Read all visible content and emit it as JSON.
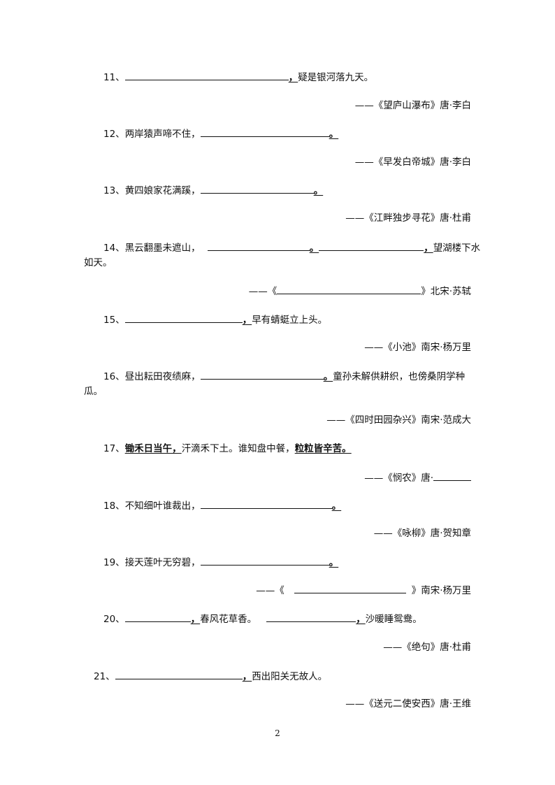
{
  "q11": {
    "num": "11、",
    "p1": "，",
    "tail": "疑是银河落九天。",
    "src": "——《望庐山瀑布》唐·李白"
  },
  "q12": {
    "num": "12、",
    "head": "两岸猿声啼不住，",
    "p1": "。",
    "src": "——《早发白帝城》唐·李白"
  },
  "q13": {
    "num": "13、",
    "head": "黄四娘家花满蹊，",
    "p1": "。",
    "src": "——《江畔独步寻花》唐·杜甫"
  },
  "q14": {
    "num": "14、",
    "head": "黑云翻墨未遮山，",
    "p1": "。",
    "p2": "，",
    "tail": "望湖楼下水",
    "wrap": "如天。",
    "src_a": "——《",
    "src_b": "》北宋·苏轼"
  },
  "q15": {
    "num": "15、",
    "p1": "，",
    "tail": "早有蜻蜓立上头。",
    "src": "——《小池》南宋·杨万里"
  },
  "q16": {
    "num": "16、",
    "head": "昼出耘田夜绩麻，",
    "p1": "。",
    "tail": "童孙未解供耕织，也傍桑阴学种",
    "wrap": "瓜。",
    "src": "——《四时田园杂兴》南宋·范成大"
  },
  "q17": {
    "num": "17、",
    "u1": "锄禾日当午，",
    "mid": "汗滴禾下土。谁知盘中餐，",
    "u2": "粒粒皆辛苦。",
    "src_a": "——《悯农》唐·"
  },
  "q18": {
    "num": "18、",
    "head": "不知细叶谁裁出，",
    "p1": "。",
    "src": "——《咏柳》唐·贺知章"
  },
  "q19": {
    "num": "19、",
    "head": "接天莲叶无穷碧，",
    "p1": "。",
    "src_a": "——《",
    "src_b": "》南宋·杨万里"
  },
  "q20": {
    "num": "20、",
    "p1": "，",
    "mid": "春风花草香。",
    "p2": "，",
    "tail": "沙暖睡鸳鸯。",
    "src": "——《绝句》唐·杜甫"
  },
  "q21": {
    "num": "21、",
    "p1": "，",
    "tail": "西出阳关无故人。",
    "src": "——《送元二使安西》唐·王维"
  },
  "page_number": "2"
}
